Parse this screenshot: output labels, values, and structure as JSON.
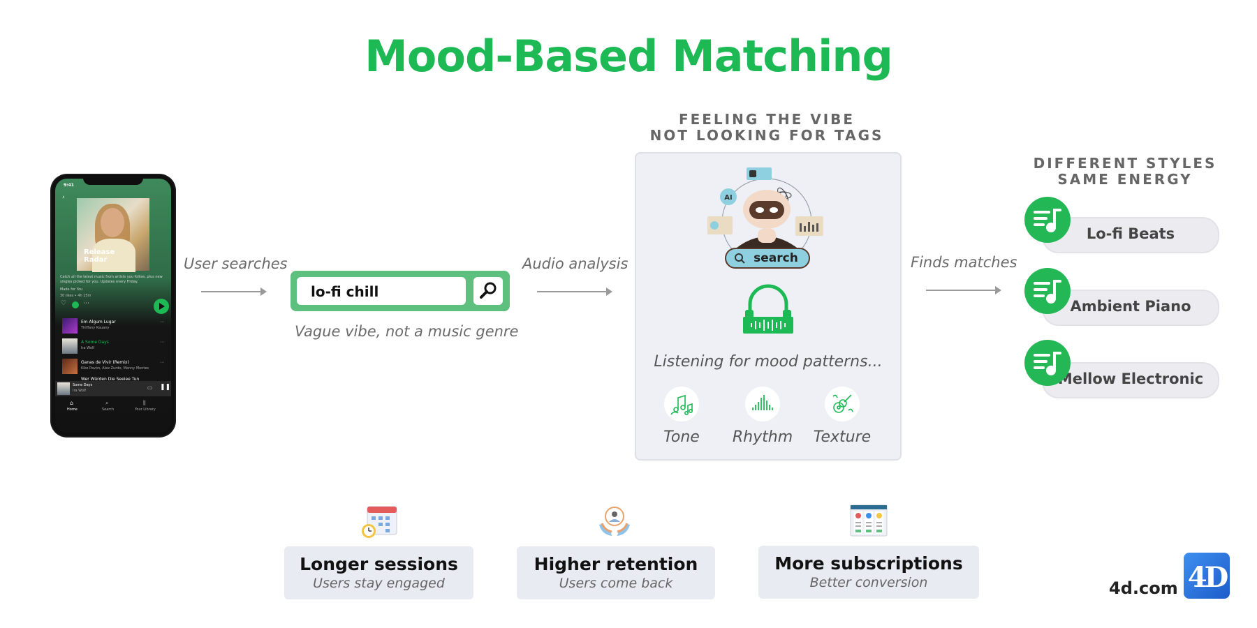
{
  "title": "Mood-Based Matching",
  "phone": {
    "status_time": "9:41",
    "cover_label": "Release Radar",
    "description": "Catch all the latest music from artists you follow, plus new singles picked for you. Updates every Friday.",
    "made_for": "Made for You",
    "meta": "30 likes • 4h 15m",
    "tracks": [
      {
        "title": "Em Algum Lugar",
        "artist": "Thiffany Kauany"
      },
      {
        "title": "A Some Days",
        "artist": "Ira Wolf"
      },
      {
        "title": "Ganas de Vivir (Remix)",
        "artist": "Kike Pavón, Alex Zurdo, Manny Montes"
      },
      {
        "title": "Wer Würden Die Seeiee Tun",
        "artist": ""
      }
    ],
    "now_playing": {
      "title": "Some Days",
      "artist": "Ira Wolf"
    },
    "nav": [
      "Home",
      "Search",
      "Your Library"
    ]
  },
  "flow": {
    "user_searches": "User searches",
    "query": "lo-fi chill",
    "query_caption": "Vague vibe, not a music genre",
    "audio_analysis": "Audio analysis",
    "finds_matches": "Finds matches"
  },
  "panel": {
    "heading_line1": "FEELING THE VIBE",
    "heading_line2": "NOT LOOKING FOR TAGS",
    "robot_search": "search",
    "robot_ai": "AI",
    "listening": "Listening for mood patterns...",
    "features": [
      "Tone",
      "Rhythm",
      "Texture"
    ]
  },
  "results": {
    "heading_line1": "DIFFERENT STYLES",
    "heading_line2": "SAME ENERGY",
    "items": [
      "Lo-fi Beats",
      "Ambient Piano",
      "Mellow Electronic"
    ]
  },
  "outcomes": [
    {
      "title": "Longer sessions",
      "subtitle": "Users stay engaged"
    },
    {
      "title": "Higher retention",
      "subtitle": "Users come back"
    },
    {
      "title": "More subscriptions",
      "subtitle": "Better conversion"
    }
  ],
  "brand": {
    "site": "4d.com",
    "logo_text": "4D"
  },
  "colors": {
    "accent": "#1db954",
    "panel_bg": "#eff0f5",
    "card_bg": "#e9ebf2"
  }
}
